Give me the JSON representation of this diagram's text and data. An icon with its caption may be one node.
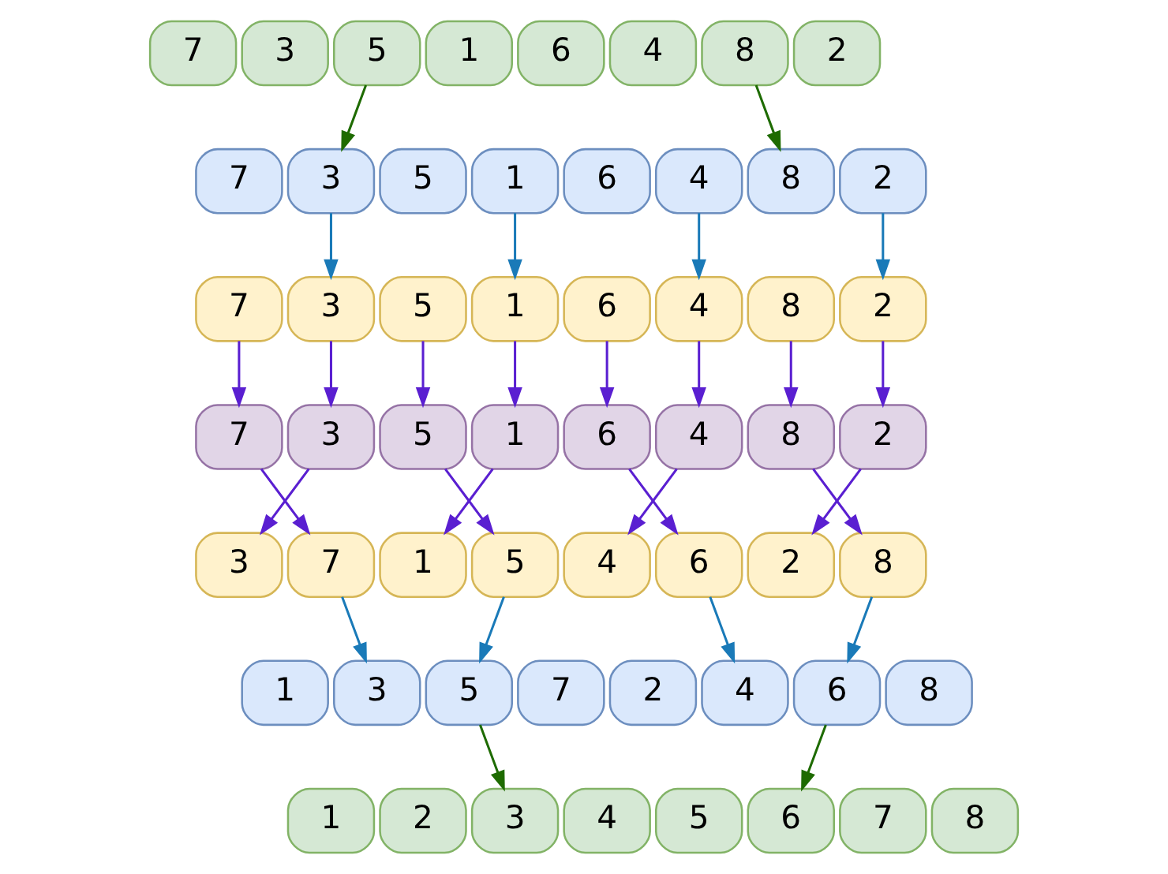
{
  "diagram": {
    "nodes": [
      {
        "text": [
          "7"
        ]
      },
      {
        "text": [
          "3"
        ]
      },
      {
        "text": [
          "5"
        ]
      },
      {
        "text": [
          "1"
        ]
      },
      {
        "text": [
          "6"
        ]
      },
      {
        "text": [
          "4"
        ]
      },
      {
        "text": [
          "8"
        ]
      },
      {
        "text": [
          "2"
        ]
      },
      {
        "text": [
          "7"
        ]
      },
      {
        "text": [
          "3"
        ]
      },
      {
        "text": [
          "5"
        ]
      },
      {
        "text": [
          "1"
        ]
      },
      {
        "text": [
          "6"
        ]
      },
      {
        "text": [
          "4"
        ]
      },
      {
        "text": [
          "8"
        ]
      },
      {
        "text": [
          "2"
        ]
      },
      {
        "text": [
          "7"
        ]
      },
      {
        "text": [
          "3"
        ]
      },
      {
        "text": [
          "5"
        ]
      },
      {
        "text": [
          "1"
        ]
      },
      {
        "text": [
          "6"
        ]
      },
      {
        "text": [
          "4"
        ]
      },
      {
        "text": [
          "8"
        ]
      },
      {
        "text": [
          "2"
        ]
      },
      {
        "text": [
          "7"
        ]
      },
      {
        "text": [
          "3"
        ]
      },
      {
        "text": [
          "5"
        ]
      },
      {
        "text": [
          "1"
        ]
      },
      {
        "text": [
          "6"
        ]
      },
      {
        "text": [
          "4"
        ]
      },
      {
        "text": [
          "8"
        ]
      },
      {
        "text": [
          "2"
        ]
      },
      {
        "text": [
          "3"
        ]
      },
      {
        "text": [
          "7"
        ]
      },
      {
        "text": [
          "1"
        ]
      },
      {
        "text": [
          "5"
        ]
      },
      {
        "text": [
          "4"
        ]
      },
      {
        "text": [
          "6"
        ]
      },
      {
        "text": [
          "2"
        ]
      },
      {
        "text": [
          "8"
        ]
      },
      {
        "text": [
          "1"
        ]
      },
      {
        "text": [
          "3"
        ]
      },
      {
        "text": [
          "5"
        ]
      },
      {
        "text": [
          "7"
        ]
      },
      {
        "text": [
          "2"
        ]
      },
      {
        "text": [
          "4"
        ]
      },
      {
        "text": [
          "6"
        ]
      },
      {
        "text": [
          "8"
        ]
      },
      {
        "text": [
          "1"
        ]
      },
      {
        "text": [
          "2"
        ]
      },
      {
        "text": [
          "3"
        ]
      },
      {
        "text": [
          "4"
        ]
      },
      {
        "text": [
          "5"
        ]
      },
      {
        "text": [
          "6"
        ]
      },
      {
        "text": [
          "7"
        ]
      },
      {
        "text": [
          "8"
        ]
      }
    ],
    "edges": [
      {
        "from": 2,
        "to": 9,
        "arrow": "to",
        "color": "#1e6b00"
      },
      {
        "from": 6,
        "to": 14,
        "arrow": "to",
        "color": "#1e6b00"
      },
      {
        "from": 9,
        "to": 17,
        "arrow": "to",
        "color": "#1a7ab8"
      },
      {
        "from": 11,
        "to": 19,
        "arrow": "to",
        "color": "#1a7ab8"
      },
      {
        "from": 13,
        "to": 21,
        "arrow": "to",
        "color": "#1a7ab8"
      },
      {
        "from": 15,
        "to": 23,
        "arrow": "to",
        "color": "#1a7ab8"
      },
      {
        "from": 16,
        "to": 24,
        "arrow": "to"
      },
      {
        "from": 17,
        "to": 25,
        "arrow": "to"
      },
      {
        "from": 18,
        "to": 26,
        "arrow": "to"
      },
      {
        "from": 19,
        "to": 27,
        "arrow": "to"
      },
      {
        "from": 20,
        "to": 28,
        "arrow": "to"
      },
      {
        "from": 21,
        "to": 29,
        "arrow": "to"
      },
      {
        "from": 22,
        "to": 30,
        "arrow": "to"
      },
      {
        "from": 23,
        "to": 31,
        "arrow": "to"
      },
      {
        "from": 24,
        "to": 33,
        "arrow": "to"
      },
      {
        "from": 25,
        "to": 32,
        "arrow": "to"
      },
      {
        "from": 26,
        "to": 35,
        "arrow": "to"
      },
      {
        "from": 27,
        "to": 34,
        "arrow": "to"
      },
      {
        "from": 28,
        "to": 37,
        "arrow": "to"
      },
      {
        "from": 29,
        "to": 36,
        "arrow": "to"
      },
      {
        "from": 30,
        "to": 39,
        "arrow": "to"
      },
      {
        "from": 31,
        "to": 38,
        "arrow": "to"
      },
      {
        "from": 33,
        "to": 41,
        "arrow": "to",
        "color": "#1a7ab8"
      },
      {
        "from": 35,
        "to": 42,
        "arrow": "to",
        "color": "#1a7ab8"
      },
      {
        "from": 37,
        "to": 45,
        "arrow": "to",
        "color": "#1a7ab8"
      },
      {
        "from": 39,
        "to": 46,
        "arrow": "to",
        "color": "#1a7ab8"
      },
      {
        "from": 42,
        "to": 50,
        "arrow": "to",
        "color": "#1e6b00"
      },
      {
        "from": 46,
        "to": 53,
        "arrow": "to",
        "color": "#1e6b00"
      }
    ]
  }
}
